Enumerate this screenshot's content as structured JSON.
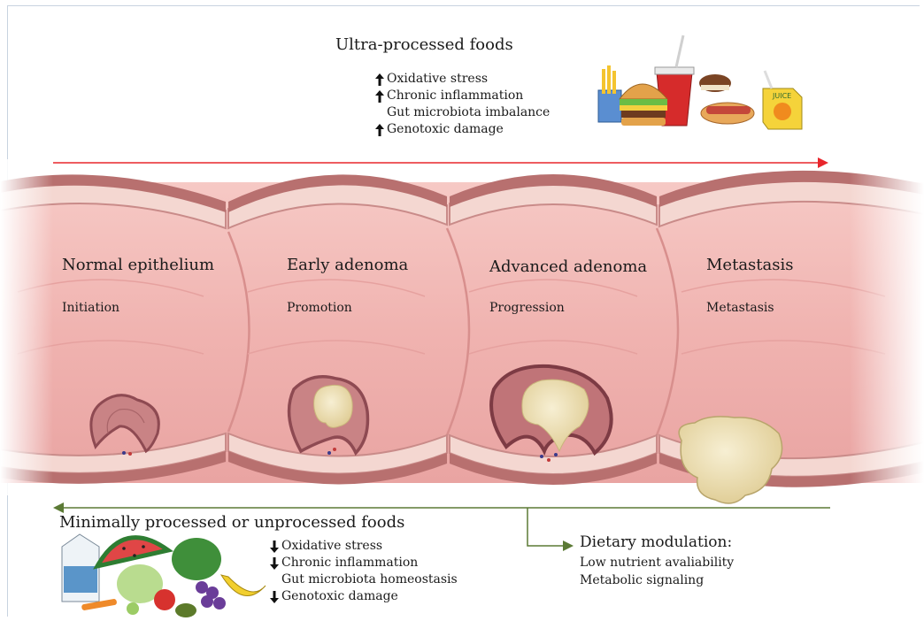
{
  "ultra": {
    "title": "Ultra-processed foods",
    "effects": [
      {
        "direction": "up",
        "text": "Oxidative stress"
      },
      {
        "direction": "up",
        "text": "Chronic inflammation"
      },
      {
        "direction": "none",
        "text": "Gut microbiota imbalance"
      },
      {
        "direction": "up",
        "text": "Genotoxic damage"
      }
    ],
    "juice_label": "JUICE"
  },
  "stages": [
    {
      "title": "Normal epithelium",
      "phase": "Initiation"
    },
    {
      "title": "Early adenoma",
      "phase": "Promotion"
    },
    {
      "title": "Advanced adenoma",
      "phase": "Progression"
    },
    {
      "title": "Metastasis",
      "phase": "Metastasis"
    }
  ],
  "minimal": {
    "title": "Minimally processed or unprocessed foods",
    "effects": [
      {
        "direction": "down",
        "text": "Oxidative stress"
      },
      {
        "direction": "down",
        "text": "Chronic inflammation"
      },
      {
        "direction": "none",
        "text": "Gut microbiota homeostasis"
      },
      {
        "direction": "down",
        "text": "Genotoxic damage"
      }
    ]
  },
  "dietary": {
    "title": "Dietary modulation:",
    "items": [
      "Low nutrient avaliability",
      "Metabolic signaling"
    ]
  },
  "colors": {
    "red_arrow": "#e8262c",
    "green_arrow": "#5b7a35",
    "tissue": "#f2b7b5",
    "mucosa_wall": "#b8706f",
    "tumor": "#efe3b8"
  }
}
